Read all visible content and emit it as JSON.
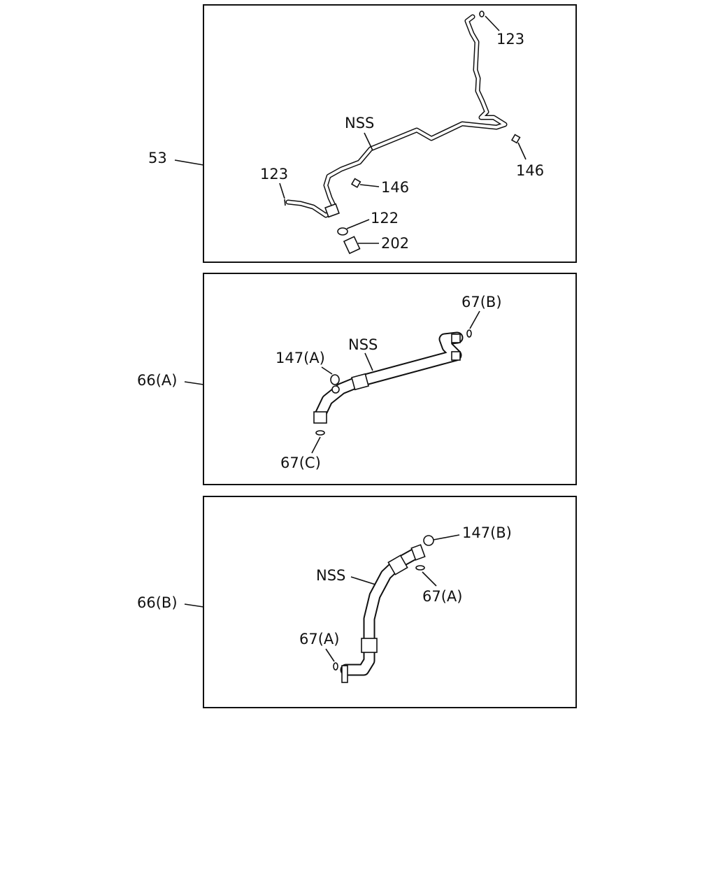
{
  "panels": [
    {
      "ref": "53",
      "labels": {
        "nss": "NSS",
        "oring_top": "123",
        "oring_left": "123",
        "clip_right": "146",
        "clip_mid": "146",
        "oring_122": "122",
        "switch_202": "202"
      }
    },
    {
      "ref": "66(A)",
      "labels": {
        "nss": "NSS",
        "oring_b": "67(B)",
        "cap_a": "147(A)",
        "oring_c": "67(C)"
      }
    },
    {
      "ref": "66(B)",
      "labels": {
        "nss": "NSS",
        "cap_b": "147(B)",
        "oring_a_right": "67(A)",
        "oring_a_left": "67(A)"
      }
    }
  ]
}
